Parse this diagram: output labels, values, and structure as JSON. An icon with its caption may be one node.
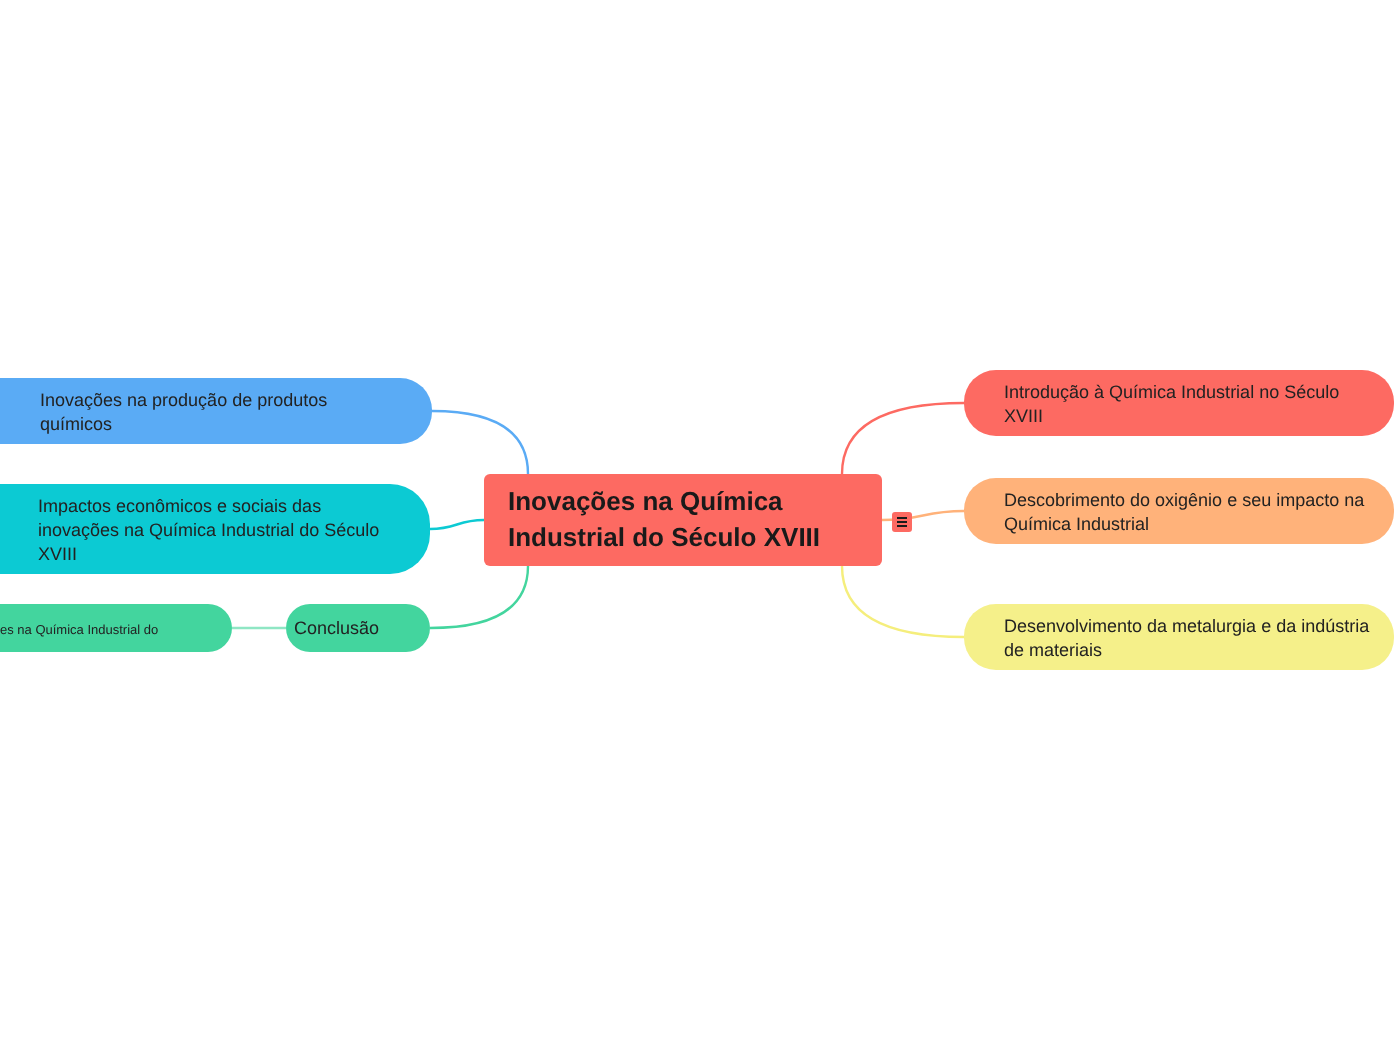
{
  "diagram": {
    "nodes": [
      {
        "text": [
          "Inovações na Química Industrial do Século XVIII"
        ]
      },
      {
        "text": [
          "Introdução à Química Industrial no Século XVIII"
        ]
      },
      {
        "text": [
          "Descobrimento do oxigênio e seu impacto na Química Industrial"
        ]
      },
      {
        "text": [
          "Desenvolvimento da metalurgia e da indústria de materiais"
        ]
      },
      {
        "text": [
          "Inovações na produção de produtos químicos"
        ]
      },
      {
        "text": [
          "Impactos econômicos e sociais das inovações na Química Industrial do Século XVIII"
        ]
      },
      {
        "text": [
          "Conclusão"
        ]
      },
      {
        "text": [
          "es na Química Industrial do"
        ]
      }
    ],
    "edges": [
      {
        "from": 0,
        "to": 1,
        "arrow": "none",
        "color": "#fd6a62"
      },
      {
        "from": 0,
        "to": 2,
        "arrow": "none",
        "color": "#ffb27a"
      },
      {
        "from": 0,
        "to": 3,
        "arrow": "none",
        "color": "#f5ee7c"
      },
      {
        "from": 0,
        "to": 4,
        "arrow": "none",
        "color": "#5aabf5"
      },
      {
        "from": 0,
        "to": 5,
        "arrow": "none",
        "color": "#0ccad3"
      },
      {
        "from": 0,
        "to": 6,
        "arrow": "none",
        "color": "#43d59e"
      },
      {
        "from": 6,
        "to": 7,
        "arrow": "none",
        "color": "#8fe6c4"
      }
    ]
  }
}
